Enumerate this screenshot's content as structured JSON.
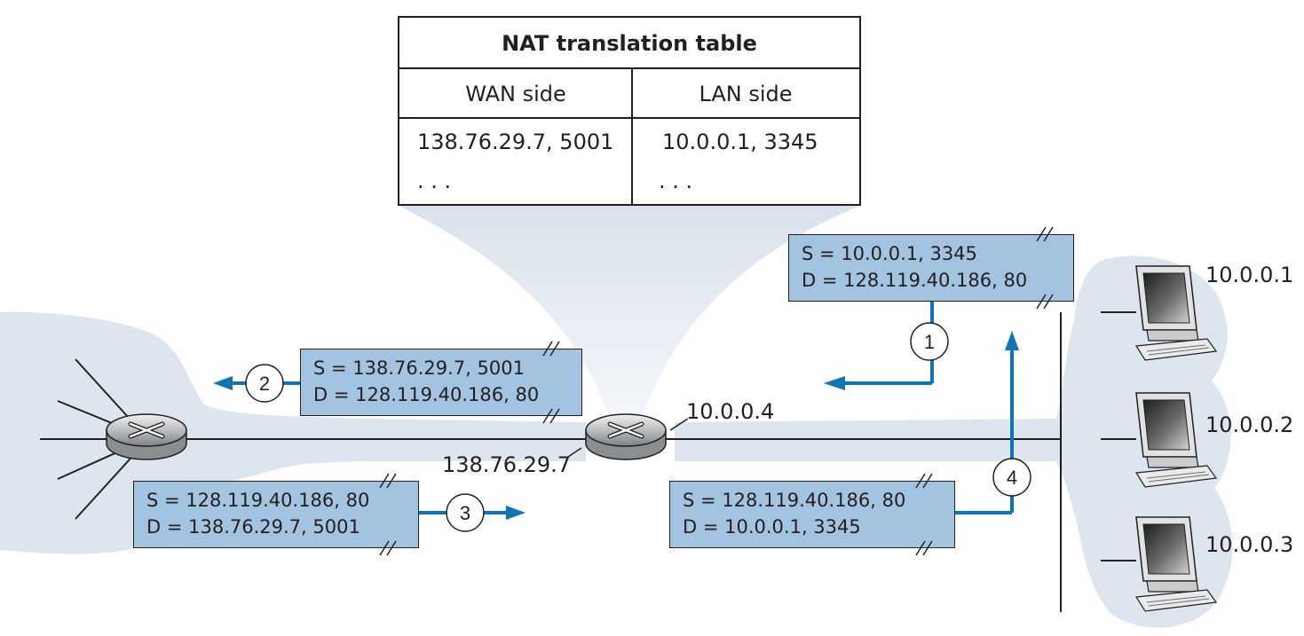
{
  "nat_table": {
    "title": "NAT translation table",
    "wan_header": "WAN side",
    "lan_header": "LAN side",
    "wan_entry": "138.76.29.7, 5001",
    "lan_entry": "10.0.0.1, 3345",
    "wan_more": ". . .",
    "lan_more": ". . ."
  },
  "packets": {
    "p1": {
      "src": "S = 10.0.0.1, 3345",
      "dst": "D = 128.119.40.186, 80",
      "step": "1"
    },
    "p2": {
      "src": "S = 138.76.29.7, 5001",
      "dst": "D = 128.119.40.186, 80",
      "step": "2"
    },
    "p3": {
      "src": "S = 128.119.40.186, 80",
      "dst": "D = 138.76.29.7, 5001",
      "step": "3"
    },
    "p4": {
      "src": "S = 128.119.40.186, 80",
      "dst": "D = 10.0.0.1, 3345",
      "step": "4"
    }
  },
  "addresses": {
    "router_lan": "10.0.0.4",
    "router_wan": "138.76.29.7",
    "host1": "10.0.0.1",
    "host2": "10.0.0.2",
    "host3": "10.0.0.3"
  },
  "colors": {
    "packet_fill": "#a3c4e0",
    "arrow": "#0f75b5",
    "cloud": "#dde6ef"
  }
}
